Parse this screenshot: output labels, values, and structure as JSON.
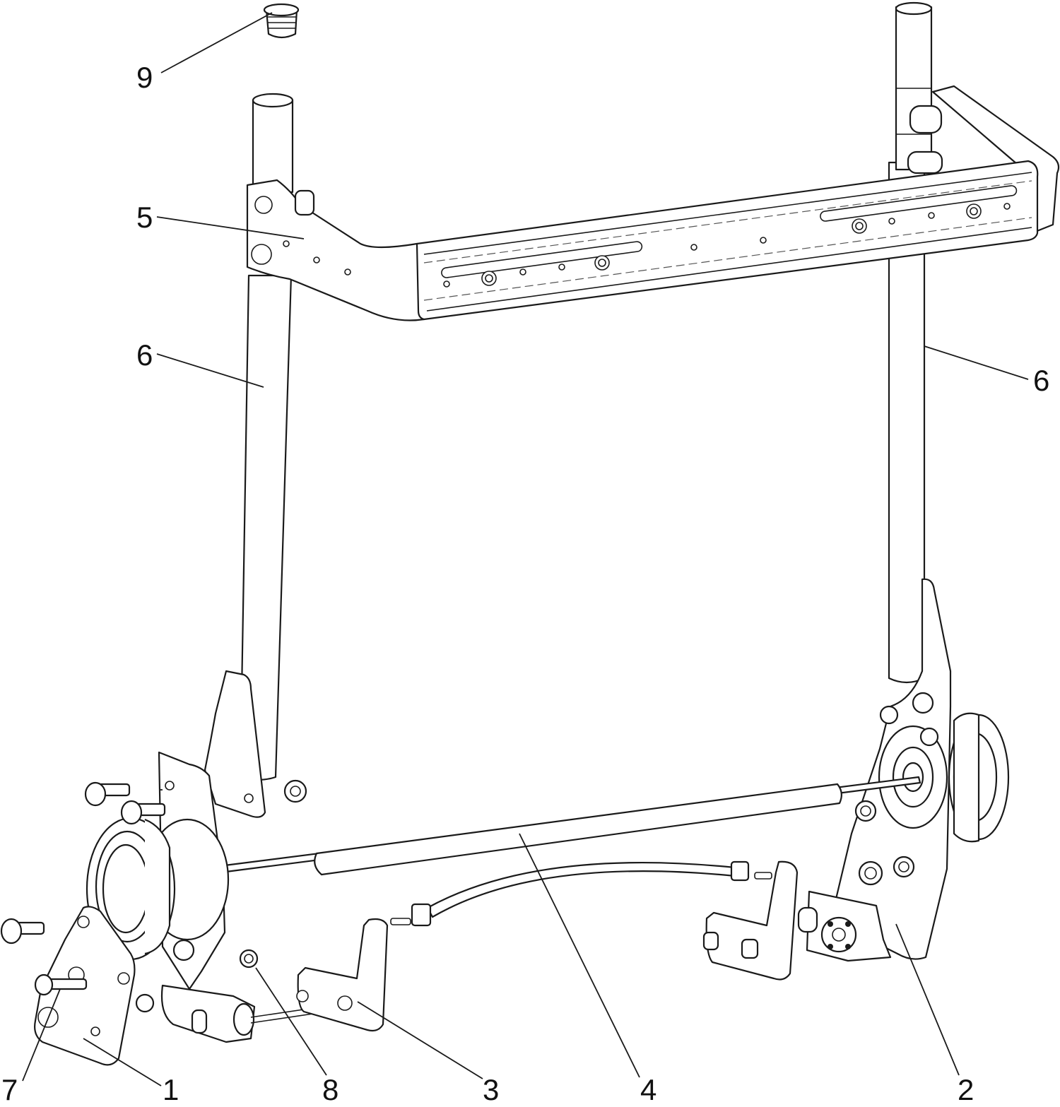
{
  "callouts": {
    "c1": "1",
    "c2": "2",
    "c3": "3",
    "c4": "4",
    "c5": "5",
    "c6_left": "6",
    "c6_right": "6",
    "c7": "7",
    "c8": "8",
    "c9": "9"
  }
}
